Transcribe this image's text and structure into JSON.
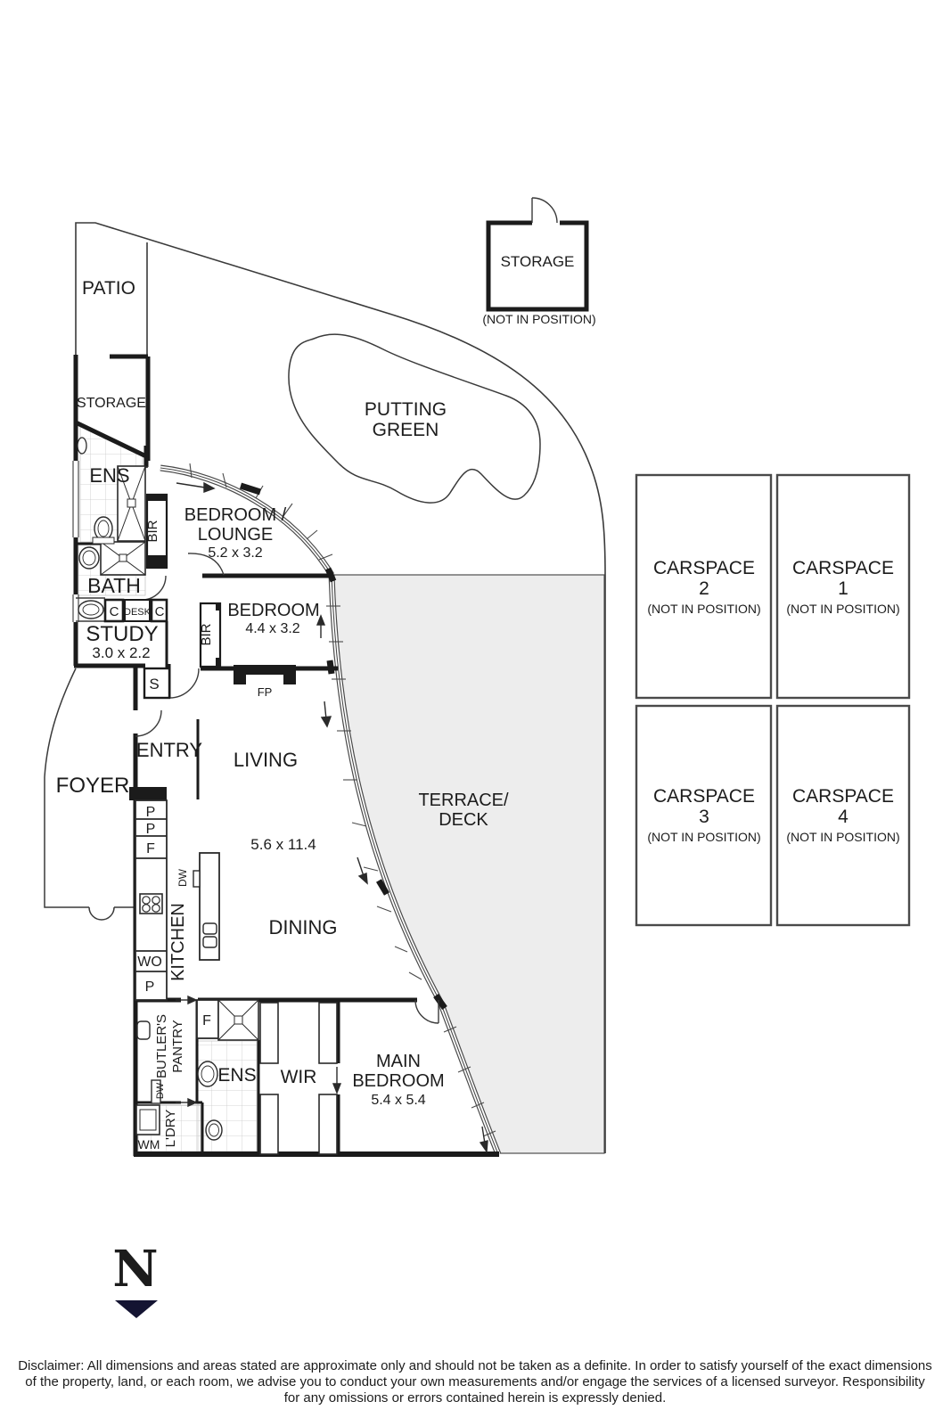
{
  "rooms": {
    "patio": {
      "label": "PATIO"
    },
    "storage": {
      "label": "STORAGE"
    },
    "ens_upper": {
      "label": "ENS"
    },
    "bath": {
      "label": "BATH"
    },
    "study": {
      "label": "STUDY",
      "dims": "3.0 x 2.2"
    },
    "bedroom_lounge": {
      "label1": "BEDROOM /",
      "label2": "LOUNGE",
      "dims": "5.2 x 3.2"
    },
    "bedroom": {
      "label": "BEDROOM",
      "dims": "4.4 x 3.2"
    },
    "entry": {
      "label": "ENTRY"
    },
    "foyer": {
      "label": "FOYER"
    },
    "living": {
      "label": "LIVING",
      "dims": "5.6 x 11.4"
    },
    "dining": {
      "label": "DINING"
    },
    "kitchen": {
      "label": "KITCHEN"
    },
    "putting_green": {
      "label1": "PUTTING",
      "label2": "GREEN"
    },
    "terrace": {
      "label1": "TERRACE/",
      "label2": "DECK"
    },
    "main_bedroom": {
      "label1": "MAIN",
      "label2": "BEDROOM",
      "dims": "5.4 x 5.4"
    },
    "ens_lower": {
      "label": "ENS"
    },
    "wir": {
      "label": "WIR"
    },
    "butlers_pantry": {
      "label1": "BUTLER'S",
      "label2": "PANTRY"
    },
    "laundry": {
      "label": "L'DRY"
    }
  },
  "fixtures": {
    "bir": "BIR",
    "s": "S",
    "c": "C",
    "desk": "DESK",
    "fp": "FP",
    "p": "P",
    "f": "F",
    "wo": "WO",
    "dw": "DW",
    "wm": "WM"
  },
  "storage_unit": {
    "label": "STORAGE",
    "note": "(NOT IN POSITION)"
  },
  "carspaces": [
    {
      "name": "CARSPACE",
      "number": "2",
      "note": "(NOT IN POSITION)"
    },
    {
      "name": "CARSPACE",
      "number": "1",
      "note": "(NOT IN POSITION)"
    },
    {
      "name": "CARSPACE",
      "number": "3",
      "note": "(NOT IN POSITION)"
    },
    {
      "name": "CARSPACE",
      "number": "4",
      "note": "(NOT IN POSITION)"
    }
  ],
  "north_label": "N",
  "colors": {
    "wall": "#1b1b1b",
    "thin": "#3a3a3a",
    "terrace_fill": "#ededed",
    "north": "#141432"
  },
  "disclaimer": {
    "line1": "Disclaimer: All dimensions and areas stated are approximate only and should not be taken as a definite. In order to satisfy yourself of the exact dimensions",
    "line2": "of the property, land, or each room, we advise you to conduct your own measurements and/or engage the services of a licensed surveyor. Responsibility",
    "line3": "for any omissions or errors contained herein is expressly denied."
  }
}
